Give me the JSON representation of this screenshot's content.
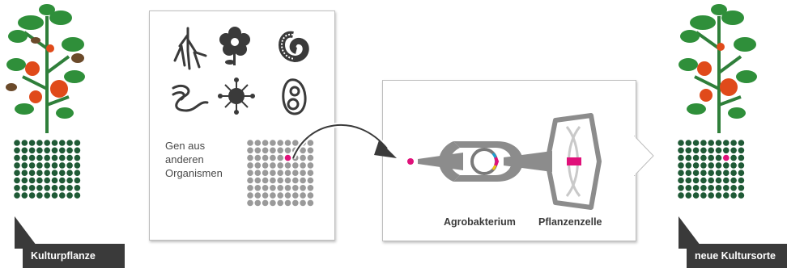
{
  "left_plant": {
    "label": "Kulturpflanze"
  },
  "right_plant": {
    "label": "neue Kultursorte"
  },
  "organisms_panel": {
    "gene_text": [
      "Gen aus",
      "anderen",
      "Organismen"
    ],
    "icons": [
      "root-icon",
      "flower-icon",
      "millipede-icon",
      "worm-icon",
      "microbe-icon",
      "cell-icon"
    ]
  },
  "transfer_panel": {
    "agro_label": "Agrobakterium",
    "plant_cell_label": "Pflanzenzelle"
  },
  "colors": {
    "plant_green": "#1f5a36",
    "gene_magenta": "#e0117a",
    "genome_grey": "#9a9a9a",
    "tag_dark": "#3a3a3a"
  }
}
